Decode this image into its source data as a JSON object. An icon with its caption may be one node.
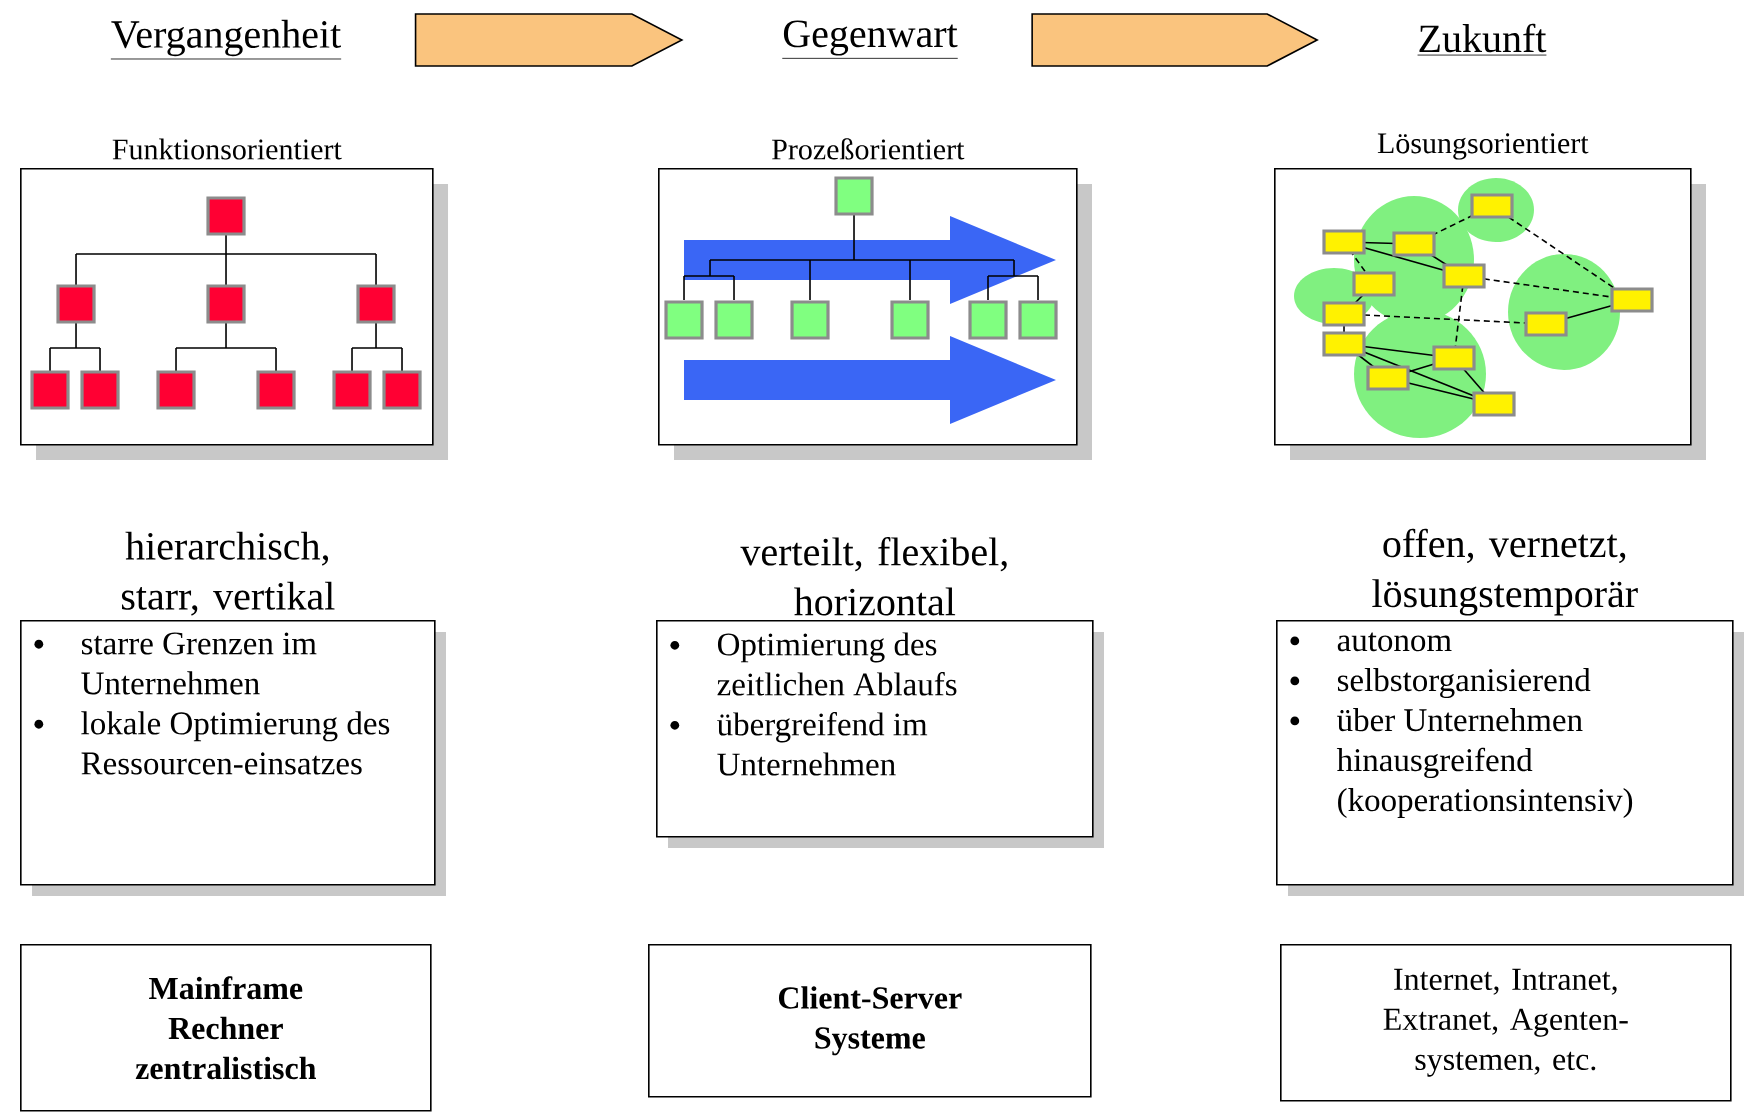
{
  "diagram": {
    "nodes": [
      {
        "text": [
          "Vergangenheit"
        ]
      },
      {
        "text": [
          "Gegenwart"
        ]
      },
      {
        "text": [
          "Zukunft"
        ]
      },
      {
        "text": [
          "Funktionsorientiert"
        ]
      },
      {
        "text": [
          "Prozeßorientiert"
        ]
      },
      {
        "text": [
          "Lösungsorientiert"
        ]
      },
      {
        "text": [
          "hierarchisch, starr, vertikal",
          "starre Grenzen im Unternehmen",
          "lokale Optimierung des Ressourcen-einsatzes"
        ]
      },
      {
        "text": [
          "verteilt, flexibel, horizontal",
          "Optimierung des zeitlichen Ablaufs",
          "übergreifend im Unternehmen"
        ]
      },
      {
        "text": [
          "offen, vernetzt, lösungstemporär",
          "autonom",
          "selbstorganisierend",
          "über Unternehmen hinausgreifend (kooperationsintensiv)"
        ]
      },
      {
        "text": [
          "Mainframe Rechner zentralistisch"
        ]
      },
      {
        "text": [
          "Client-Server Systeme"
        ]
      },
      {
        "text": [
          "Internet, Intranet, Extranet, Agenten-systemen, etc."
        ]
      }
    ],
    "edges": [
      {
        "from": 0,
        "to": 1,
        "arrow": "to"
      },
      {
        "from": 1,
        "to": 2,
        "arrow": "to"
      }
    ]
  }
}
